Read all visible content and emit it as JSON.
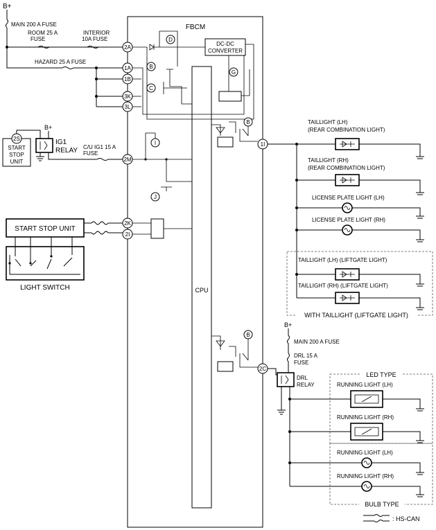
{
  "module": {
    "name": "FBCM",
    "cpu": "CPU",
    "dcdc_line1": "DC-DC",
    "dcdc_line2": "CONVERTER"
  },
  "supply": {
    "bplus_1": "B+",
    "bplus_2": "B+",
    "bplus_3": "B+",
    "main_fuse_1": "MAIN 200 A FUSE",
    "main_fuse_2": "MAIN 200 A FUSE",
    "room_fuse_line1": "ROOM 25 A",
    "room_fuse_line2": "FUSE",
    "interior_fuse_line1": "INTERIOR",
    "interior_fuse_line2": "10A FUSE",
    "hazard_fuse": "HAZARD 25 A FUSE",
    "cu_ig1_line1": "C/U IG1 15 A",
    "cu_ig1_line2": "FUSE",
    "drl_fuse_line1": "DRL 15 A",
    "drl_fuse_line2": "FUSE"
  },
  "relays": {
    "ig1_line1": "IG1",
    "ig1_line2": "RELAY",
    "drl_line1": "DRL",
    "drl_line2": "RELAY"
  },
  "connectors": {
    "c2A": "2A",
    "c1A": "1A",
    "c1B": "1B",
    "c3K": "3K",
    "c3L": "3L",
    "c2M": "2M",
    "c2K": "2K",
    "c2I": "2I",
    "c1I": "1I",
    "c2C": "2C",
    "c2S": "2S"
  },
  "refs": {
    "B": "B",
    "C": "C",
    "D": "D",
    "G": "G",
    "I": "I",
    "J": "J"
  },
  "start_stop_small": [
    "START",
    "STOP",
    "UNIT"
  ],
  "start_stop_unit": "START STOP UNIT",
  "light_switch": "LIGHT SWITCH",
  "lamps": {
    "taillight_lh_line1": "TAILLIGHT (LH)",
    "taillight_lh_line2": "(REAR COMBINATION LIGHT)",
    "taillight_rh_line1": "TAILLIGHT (RH)",
    "taillight_rh_line2": "(REAR COMBINATION LIGHT)",
    "license_lh": "LICENSE PLATE LIGHT (LH)",
    "license_rh": "LICENSE PLATE LIGHT (RH)",
    "liftgate_lh": "TAILLIGHT (LH) (LIFTGATE LIGHT)",
    "liftgate_rh": "TAILLIGHT (RH) (LIFTGATE LIGHT)",
    "liftgate_group": "WITH TAILLIGHT (LIFTGATE LIGHT)",
    "led_type": "LED TYPE",
    "bulb_type": "BULB TYPE",
    "running_lh_led": "RUNNING LIGHT (LH)",
    "running_rh_led": "RUNNING LIGHT (RH)",
    "running_lh_bulb": "RUNNING LIGHT (LH)",
    "running_rh_bulb": "RUNNING LIGHT (RH)"
  },
  "legend": {
    "hs_can": ": HS-CAN"
  }
}
